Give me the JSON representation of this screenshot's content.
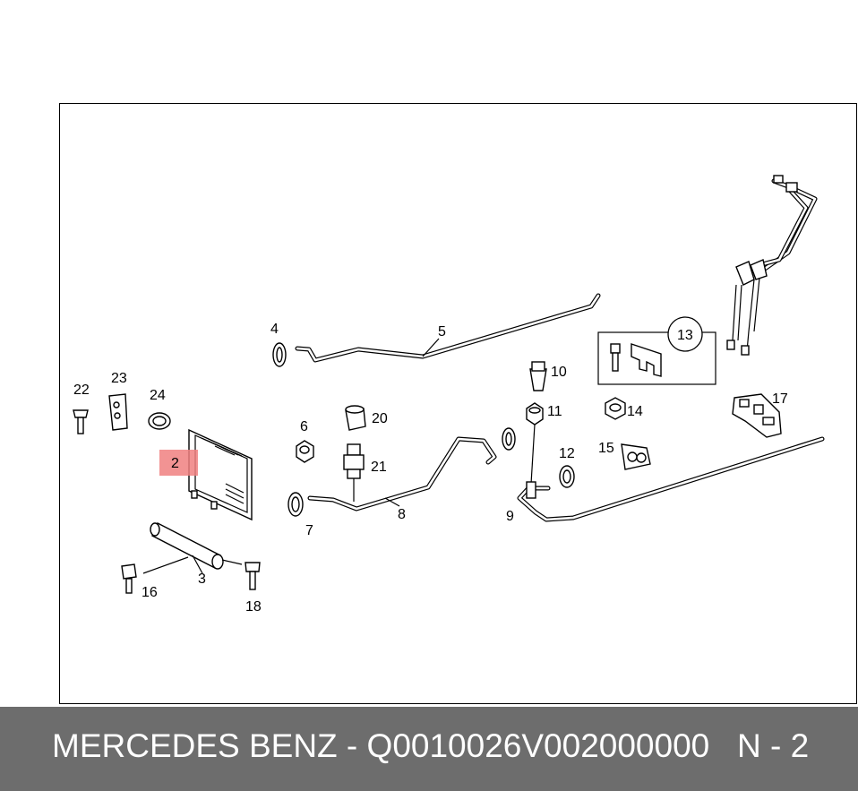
{
  "diagram": {
    "callouts": {
      "c2": "2",
      "c3": "3",
      "c4": "4",
      "c5": "5",
      "c6": "6",
      "c7": "7",
      "c8": "8",
      "c9": "9",
      "c10": "10",
      "c11": "11",
      "c12": "12",
      "c13": "13",
      "c14": "14",
      "c15": "15",
      "c16": "16",
      "c17": "17",
      "c18": "18",
      "c20": "20",
      "c21": "21",
      "c22": "22",
      "c23": "23",
      "c24": "24"
    },
    "highlight_color": "#f08080"
  },
  "footer": {
    "brand_and_code": "MERCEDES BENZ - Q0010026V002000000",
    "page_ref": "N - 2"
  },
  "colors": {
    "footer_bg": "#6d6d6d",
    "footer_text": "#ffffff",
    "highlight": "#f08080"
  }
}
